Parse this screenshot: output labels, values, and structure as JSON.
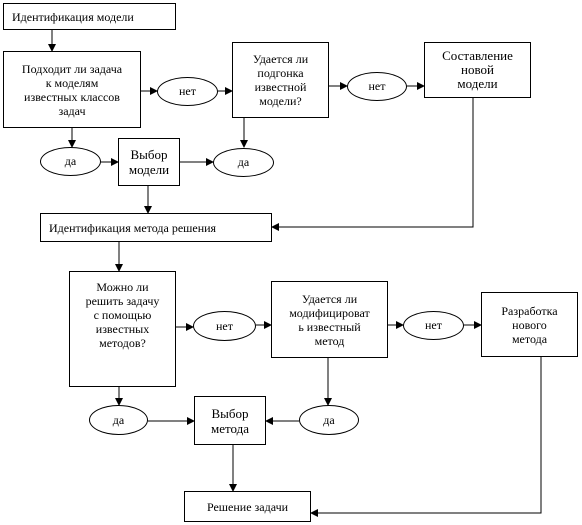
{
  "diagram": {
    "model_identification": "Идентификация модели",
    "fits_known_classes": "Подходит ли задача\nк моделям\nизвестных классов\nзадач",
    "no_1": "нет",
    "fitting_succeeds": "Удается ли\nподгонка\nизвестной\nмодели?",
    "no_2": "нет",
    "new_model": "Составление\nновой\nмодели",
    "yes_1": "да",
    "model_choice": "Выбор\nмодели",
    "yes_2": "да",
    "method_identification": "Идентификация метода решения",
    "can_solve_known": "Можно ли\nрешить задачу\nс помощью\nизвестных\nметодов?",
    "no_3": "нет",
    "modify_succeeds": "Удается ли\nмодифицироват\nь известный\nметод",
    "no_4": "нет",
    "new_method": "Разработка\nнового\nметода",
    "yes_3": "да",
    "method_choice": "Выбор\nметода",
    "yes_4": "да",
    "solution": "Решение задачи"
  }
}
